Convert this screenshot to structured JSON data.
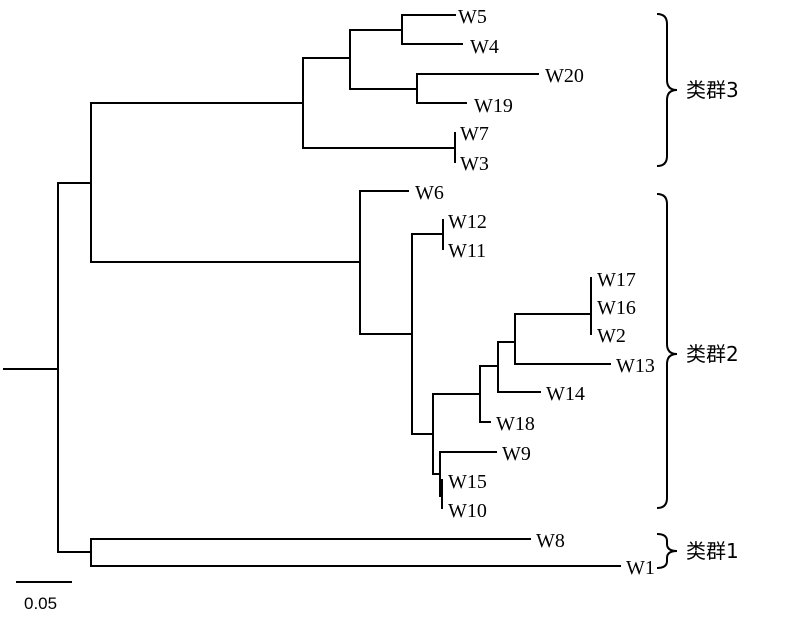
{
  "leaves": [
    "W5",
    "W4",
    "W20",
    "W19",
    "W7",
    "W3",
    "W6",
    "W12",
    "W11",
    "W17",
    "W16",
    "W2",
    "W13",
    "W14",
    "W18",
    "W9",
    "W15",
    "W10",
    "W8",
    "W1"
  ],
  "clusters": [
    "类群3",
    "类群2",
    "类群1"
  ],
  "scale_bar": {
    "label": "0.05",
    "value": 0.05
  }
}
